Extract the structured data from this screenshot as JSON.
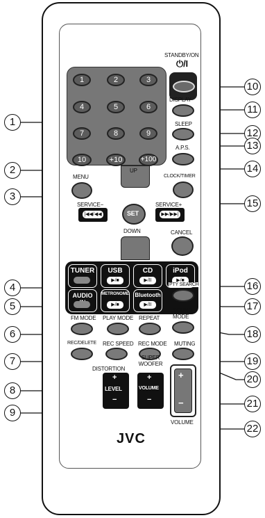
{
  "callouts": [
    "1",
    "2",
    "3",
    "4",
    "5",
    "6",
    "7",
    "8",
    "9",
    "10",
    "11",
    "12",
    "13",
    "14",
    "15",
    "16",
    "17",
    "18",
    "19",
    "20",
    "21",
    "22"
  ],
  "numpad": [
    "1",
    "2",
    "3",
    "4",
    "5",
    "6",
    "7",
    "8",
    "9",
    "10",
    "+10",
    "+100"
  ],
  "labels": {
    "standby": "STANDBY/ON",
    "power_symbol": "⏻/I",
    "display": "DISPLAY",
    "sleep": "SLEEP",
    "aps": "A.P.S.",
    "clock_timer": "CLOCK/TIMER",
    "menu": "MENU",
    "up": "UP",
    "down": "DOWN",
    "set": "SET",
    "service_minus": "SERVICE−",
    "service_plus": "SERVICE+",
    "prev_symbol": "|◀◀/◀◀",
    "next_symbol": "▶▶/▶▶|",
    "cancel": "CANCEL",
    "pty_search": "PTY SEARCH",
    "sound_mode": "SOUND MODE",
    "fm_mode": "FM MODE",
    "play_mode": "PLAY MODE",
    "repeat": "REPEAT",
    "rec_delete": "REC/DELETE",
    "rec_speed": "REC SPEED",
    "rec_mode": "REC MODE",
    "muting": "MUTING",
    "distortion": "DISTORTION",
    "super_woofer": "SUPER WOOFER",
    "level": "LEVEL",
    "volume_small": "VOLUME",
    "volume": "VOLUME",
    "plus": "+",
    "minus": "−",
    "brand": "JVC"
  },
  "source_keys": [
    {
      "label": "TUNER",
      "sub": ""
    },
    {
      "label": "USB",
      "sub": "▶/■"
    },
    {
      "label": "CD",
      "sub": "▶/II"
    },
    {
      "label": "iPod",
      "sub": "▶/■"
    },
    {
      "label": "AUDIO IN",
      "sub": ""
    },
    {
      "label": "METRONOME",
      "sub": "▶/■"
    },
    {
      "label": "Bluetooth",
      "sub": "▶/II"
    }
  ],
  "colors": {
    "panel": "#777777",
    "button": "#7a7a7a",
    "dark": "#111111",
    "outline": "#222222"
  }
}
